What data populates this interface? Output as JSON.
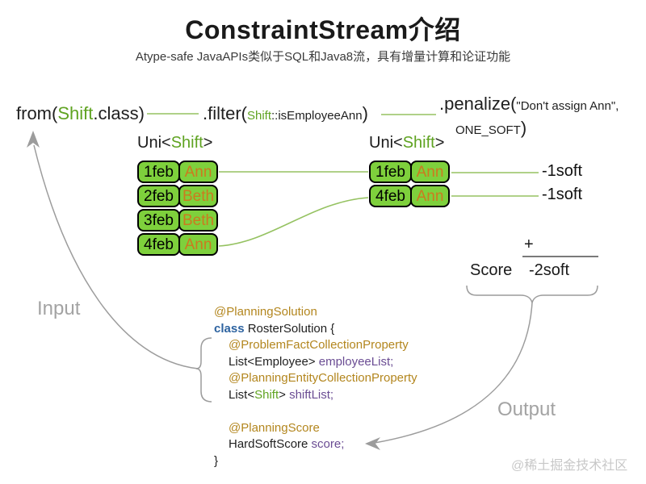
{
  "title": "ConstraintStream介绍",
  "subtitle": "Atype-safe JavaAPIs类似于SQL和Java8流，具有增量计算和论证功能",
  "stream": {
    "from_prefix": "from(",
    "from_class": "Shift",
    "from_suffix": ".class)",
    "filter_prefix": ".filter(",
    "filter_class": "Shift",
    "filter_method": "::isEmployeeAnn",
    "filter_suffix": ")",
    "penalize_prefix": ".penalize(",
    "penalize_arg1": "\"Don't assign Ann\",",
    "penalize_arg2": "ONE_SOFT",
    "penalize_suffix": ")"
  },
  "left_stream": {
    "label_prefix": "Uni<",
    "label_class": "Shift",
    "label_suffix": ">",
    "rows": [
      {
        "date": "1feb",
        "employee": "Ann"
      },
      {
        "date": "2feb",
        "employee": "Beth"
      },
      {
        "date": "3feb",
        "employee": "Beth"
      },
      {
        "date": "4feb",
        "employee": "Ann"
      }
    ]
  },
  "right_stream": {
    "label_prefix": "Uni<",
    "label_class": "Shift",
    "label_suffix": ">",
    "rows": [
      {
        "date": "1feb",
        "employee": "Ann"
      },
      {
        "date": "4feb",
        "employee": "Ann"
      }
    ]
  },
  "penalties": [
    "-1soft",
    "-1soft"
  ],
  "score": {
    "plus": "+",
    "label": "Score",
    "value": "-2soft"
  },
  "code": {
    "line1": "@PlanningSolution",
    "line2_keyword": "class",
    "line2_rest": " RosterSolution {",
    "line3": "@ProblemFactCollectionProperty",
    "line4_type": "List<Employee> ",
    "line4_field": "employeeList;",
    "line5": "@PlanningEntityCollectionProperty",
    "line6_pre": "List<",
    "line6_class": "Shift",
    "line6_post": "> ",
    "line6_field": "shiftList;",
    "line7": "@PlanningScore",
    "line8_type": "HardSoftScore ",
    "line8_field": "score;",
    "line9": "}"
  },
  "labels": {
    "input": "Input",
    "output": "Output"
  },
  "watermark": "@稀土掘金技术社区",
  "colors": {
    "shift_green": "#5fa321",
    "cell_green": "#7ed03c",
    "employee_orange": "#cc7a1f",
    "annotation_gold": "#b3861e",
    "keyword_blue": "#2d63a0",
    "field_purple": "#6a4c93",
    "connector_green": "#95c261",
    "arrow_gray": "#999999"
  }
}
